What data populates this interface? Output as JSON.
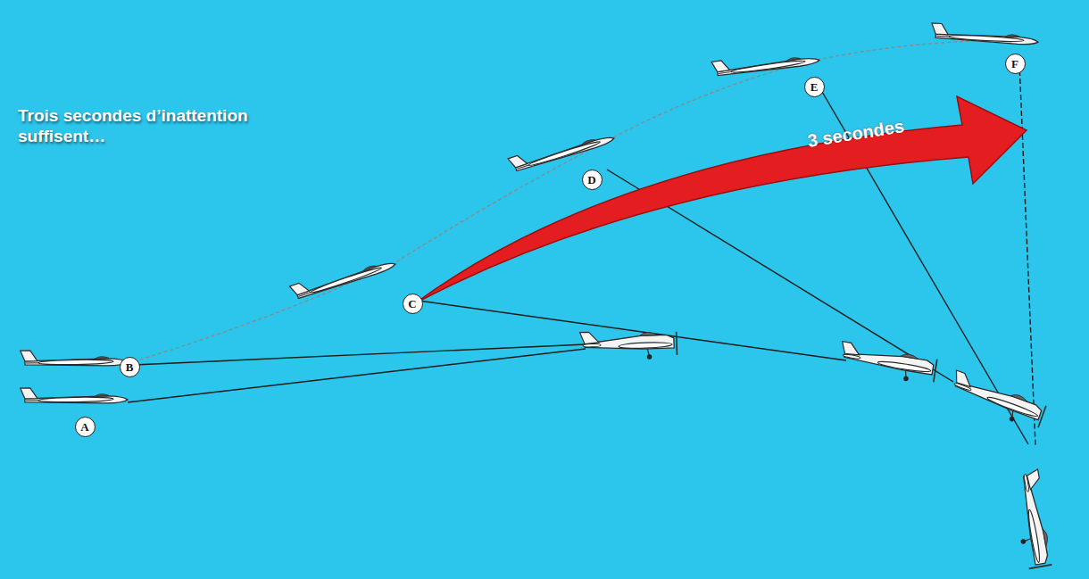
{
  "diagram": {
    "title": "Trois secondes d’inattention suffisent…",
    "nodes": [
      {
        "text": [
          "A"
        ]
      },
      {
        "text": [
          "B"
        ]
      },
      {
        "text": [
          "C"
        ]
      },
      {
        "text": [
          "D"
        ]
      },
      {
        "text": [
          "E"
        ]
      },
      {
        "text": [
          "F"
        ]
      }
    ],
    "labels": [
      "3 secondes"
    ]
  }
}
